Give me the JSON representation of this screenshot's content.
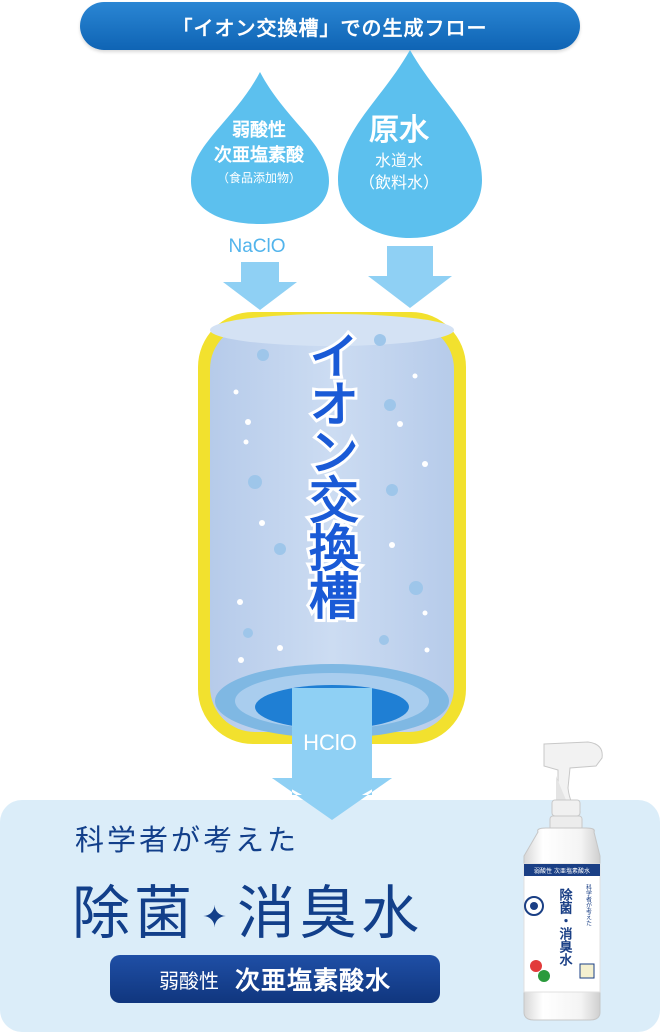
{
  "title": "「イオン交換槽」での生成フロー",
  "drop_left": {
    "line1": "弱酸性",
    "line2": "次亜塩素酸",
    "line3": "（食品添加物）",
    "arrow_label": "NaClO"
  },
  "drop_right": {
    "line1": "原水",
    "line2": "水道水",
    "line3": "（飲料水）"
  },
  "tank": {
    "label": "イオン交換槽",
    "output_label": "HClO"
  },
  "product": {
    "subtitle": "科学者が考えた",
    "title_part1": "除菌",
    "separator": "✦",
    "title_part2": "消臭水",
    "badge_small": "弱酸性",
    "badge_big": "次亜塩素酸水",
    "bottle_label_top": "弱酸性 次亜塩素酸水",
    "bottle_label_subtitle": "科学者が考えた",
    "bottle_label_title": "除菌・消臭水"
  },
  "colors": {
    "title_pill": "#1570c2",
    "drop": "#5cc0ee",
    "arrow": "#8fd0f4",
    "tank_outline": "#f2e12e",
    "tank_fill": "#c4d7ef",
    "tank_text": "#1a5ad6",
    "panel_bg": "#dbedf9",
    "navy": "#123f8a"
  }
}
